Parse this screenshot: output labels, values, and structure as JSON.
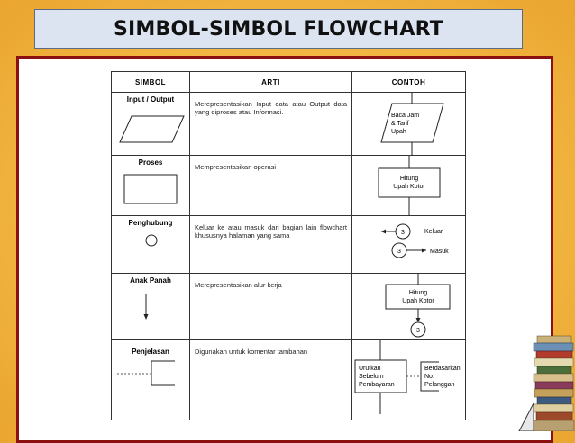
{
  "title": "SIMBOL-SIMBOL FLOWCHART",
  "table": {
    "headers": [
      "SIMBOL",
      "ARTI",
      "CONTOH"
    ],
    "rows": [
      {
        "symbol": "Input / Output",
        "arti": "Merepresentasikan Input data atau Output data yang diproses atau Informasi.",
        "example_lines": [
          "Baca Jam",
          "& Tarif",
          "Upah"
        ]
      },
      {
        "symbol": "Proses",
        "arti": "Mempresentasikan operasi",
        "example_lines": [
          "Hitung",
          "Upah Kotor"
        ]
      },
      {
        "symbol": "Penghubung",
        "arti": "Keluar ke atau masuk dari bagian lain flowchart khususnya halaman yang sama",
        "example_connector": "3",
        "example_labels": [
          "Keluar",
          "Masuk"
        ]
      },
      {
        "symbol": "Anak Panah",
        "arti": "Merepresentasikan alur kerja",
        "example_lines": [
          "Hitung",
          "Upah Kotor"
        ],
        "example_connector": "3"
      },
      {
        "symbol": "Penjelasan",
        "arti": "Digunakan untuk komentar tambahan",
        "example_left": [
          "Urutkan",
          "Sebelum",
          "Pembayaran"
        ],
        "example_right": [
          "Berdasarkan",
          "No.",
          "Pelanggan"
        ]
      }
    ]
  }
}
